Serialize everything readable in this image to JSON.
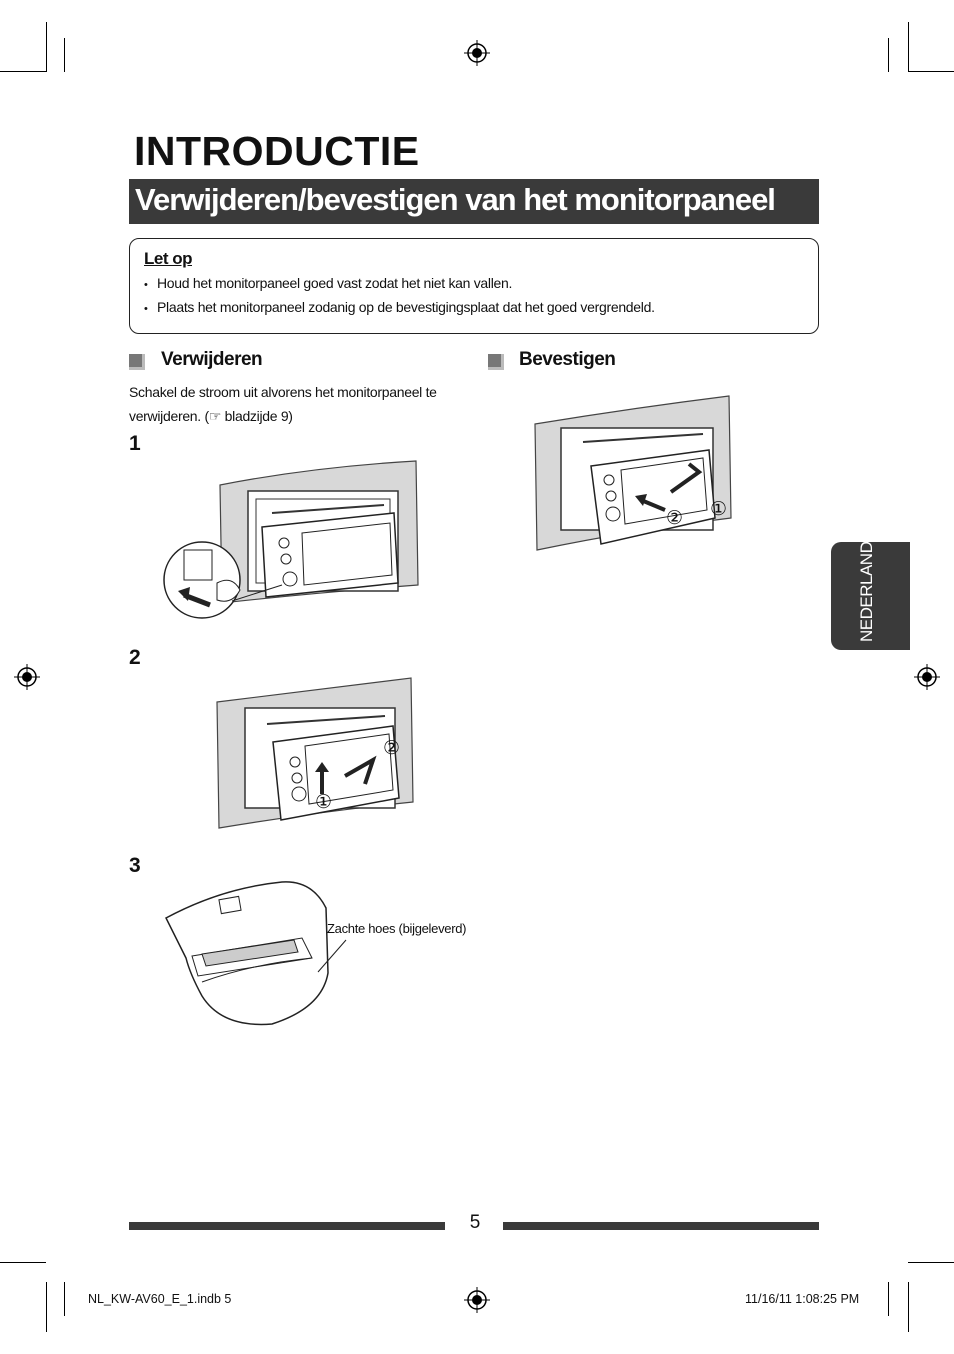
{
  "chapter_title": "INTRODUCTIE",
  "section_title": "Verwijderen/bevestigen van het monitorpaneel",
  "caution": {
    "title": "Let op",
    "items": [
      "Houd het monitorpaneel goed vast zodat het niet kan vallen.",
      "Plaats het monitorpaneel zodanig op de bevestigingsplaat dat het goed vergrendeld."
    ]
  },
  "remove": {
    "heading": "Verwijderen",
    "text_line1": "Schakel de stroom uit alvorens het monitorpaneel te",
    "text_line2": "verwijderen. (☞ bladzijde 9)",
    "steps": [
      "1",
      "2",
      "3"
    ],
    "callouts": [
      "①",
      "②"
    ],
    "soft_case_label": "Zachte hoes (bijgeleverd)"
  },
  "attach": {
    "heading": "Bevestigen",
    "callouts": [
      "①",
      "②"
    ]
  },
  "language_tab": "NEDERLANDS",
  "page_number": "5",
  "footer": {
    "file": "NL_KW-AV60_E_1.indb   5",
    "datetime": "11/16/11   1:08:25 PM"
  }
}
